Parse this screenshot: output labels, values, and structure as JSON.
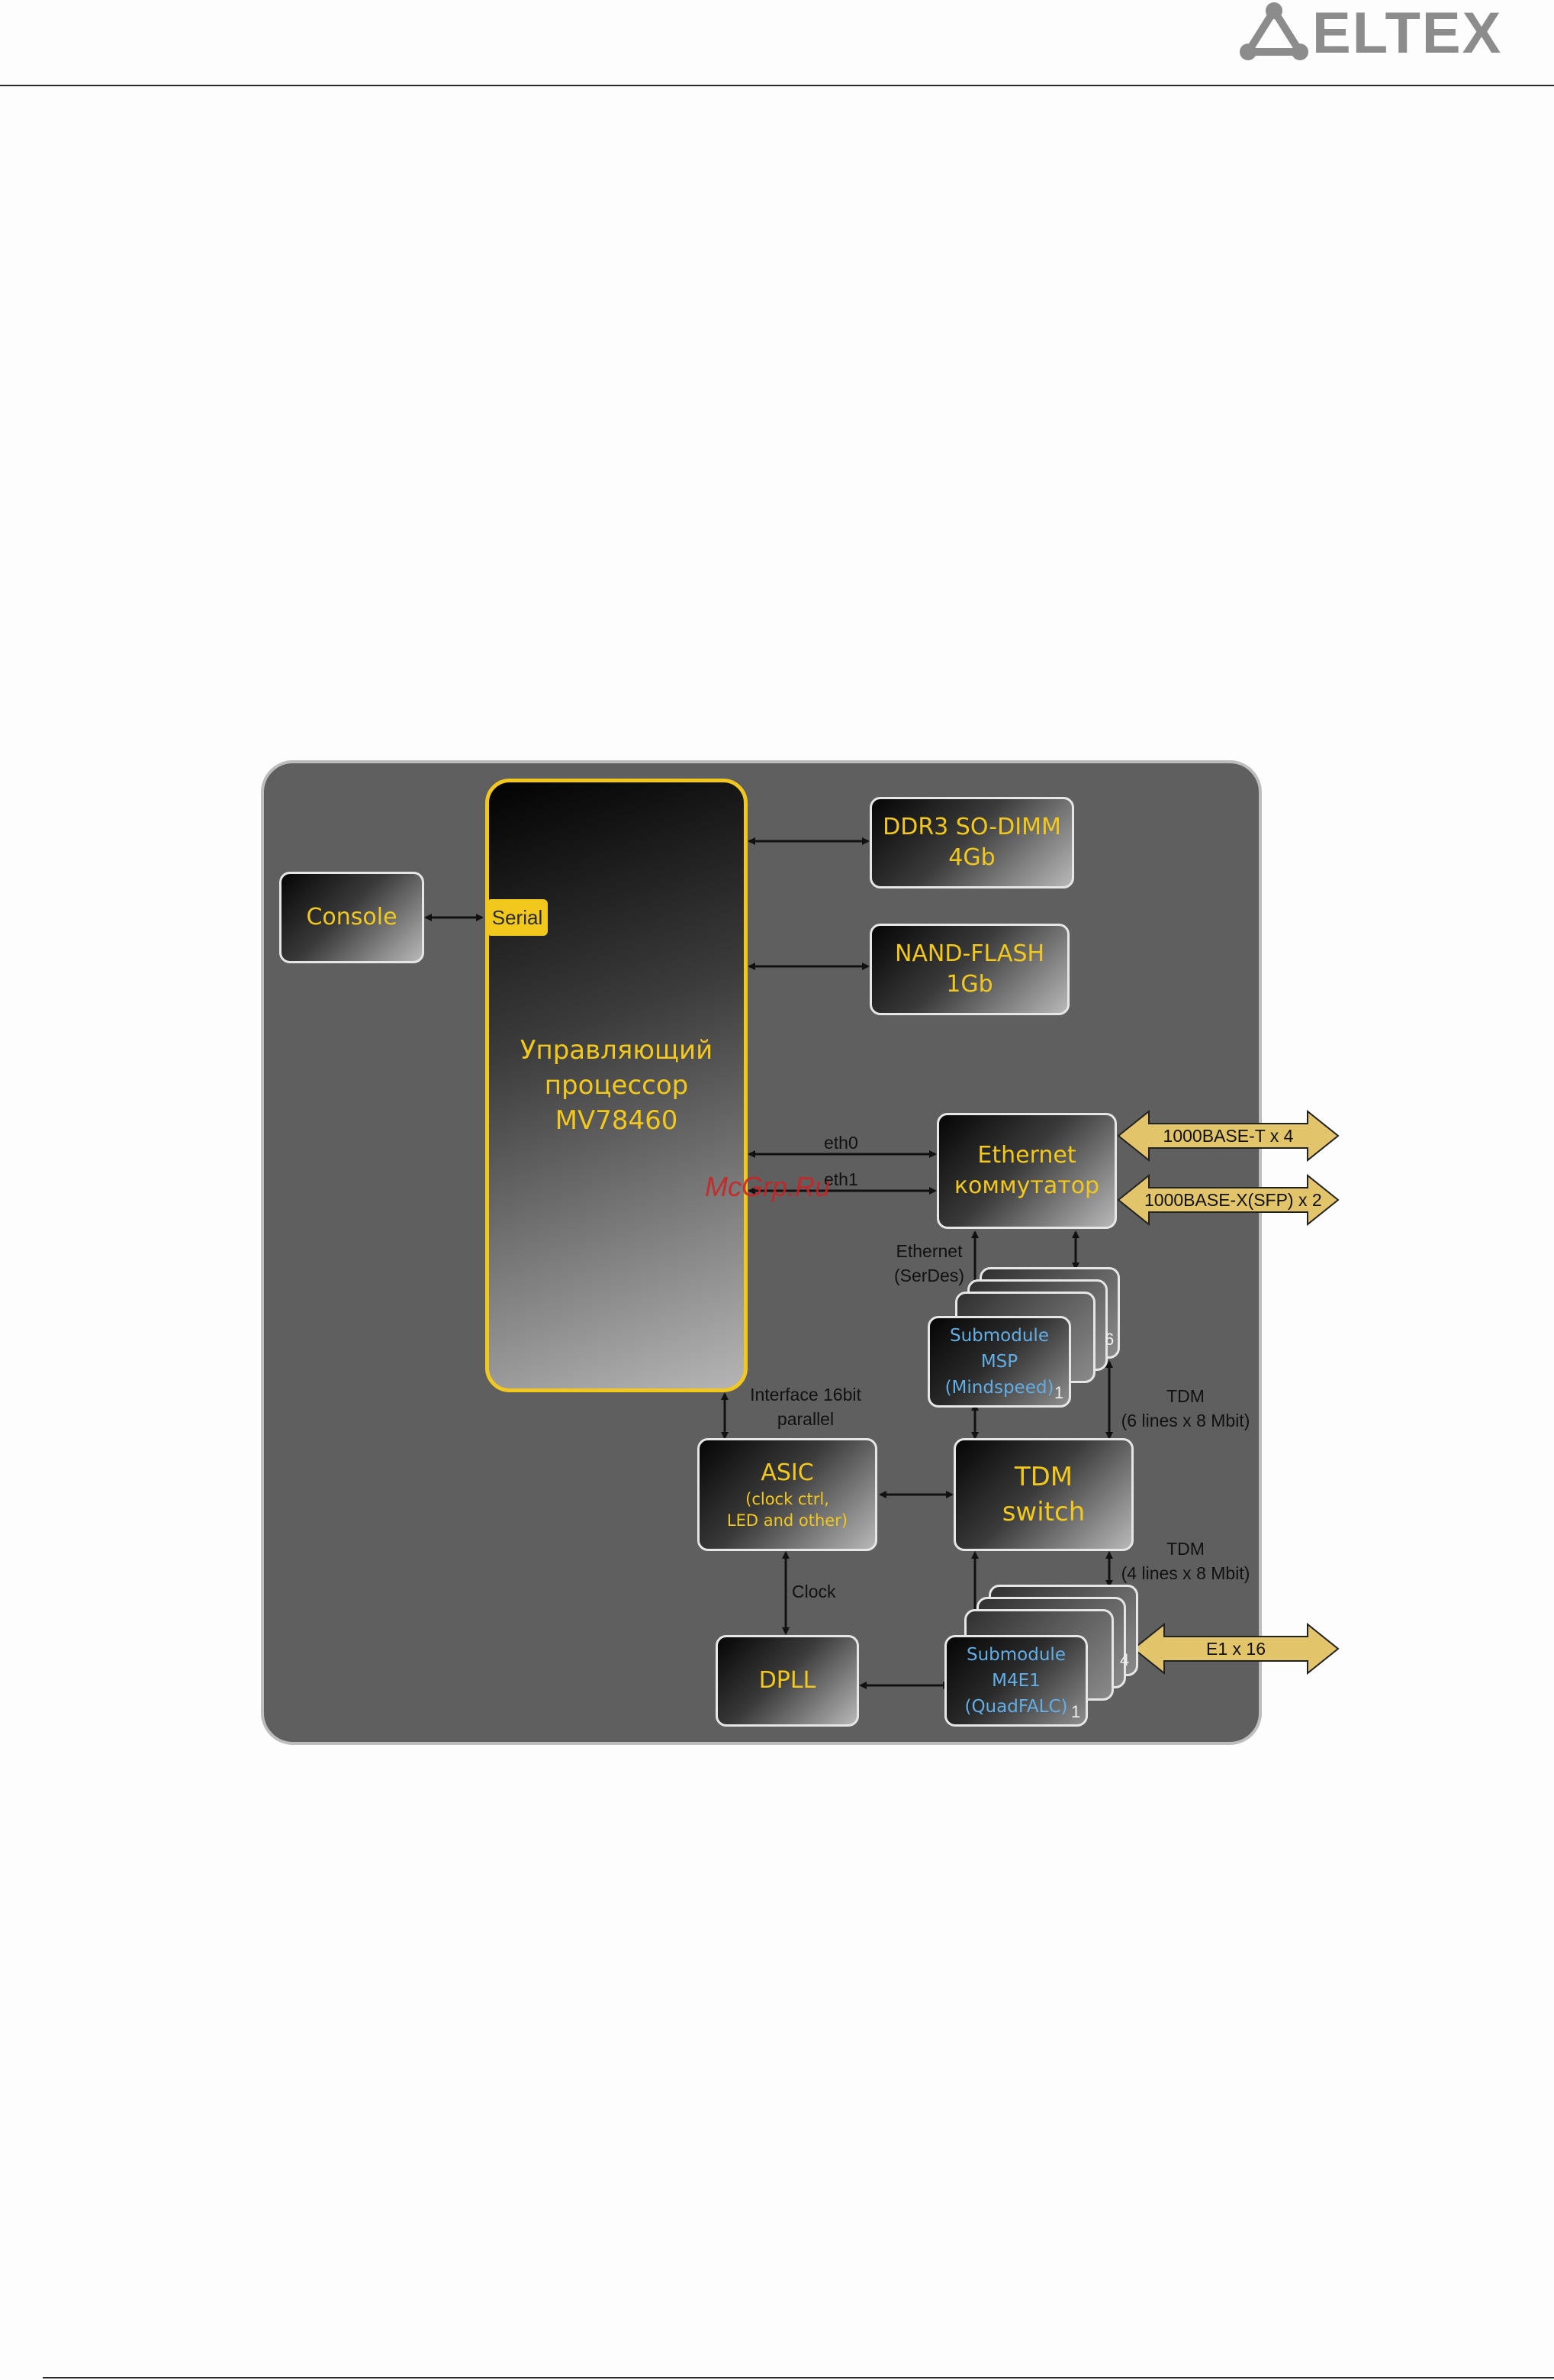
{
  "header": {
    "logo_text": "ELTEX",
    "logo_icon": "eltex-logo-icon"
  },
  "diagram": {
    "cpu": {
      "line1": "Управляющий",
      "line2": "процессор",
      "line3": "MV78460",
      "port": "Serial"
    },
    "console": "Console",
    "ddr": {
      "line1": "DDR3 SO-DIMM",
      "line2": "4Gb"
    },
    "nand": {
      "line1": "NAND-FLASH",
      "line2": "1Gb"
    },
    "ethernet": {
      "line1": "Ethernet",
      "line2": "коммутатор"
    },
    "msp": {
      "line1": "Submodule",
      "line2": "MSP",
      "line3": "(Mindspeed)",
      "first_index": "1",
      "last_index": "6"
    },
    "asic": {
      "title": "ASIC",
      "line2": "(clock ctrl,",
      "line3": "LED and other)"
    },
    "tdm_switch": {
      "line1": "TDM",
      "line2": "switch"
    },
    "dpll": "DPLL",
    "m4e1": {
      "line1": "Submodule",
      "line2": "M4E1",
      "line3": "(QuadFALC)",
      "first_index": "1",
      "last_index": "4"
    },
    "labels": {
      "eth0": "eth0",
      "eth1": "eth1",
      "ethernet_serdes_1": "Ethernet",
      "ethernet_serdes_2": "(SerDes)",
      "interface_1": "Interface 16bit",
      "interface_2": "parallel",
      "tdm_upper_1": "TDM",
      "tdm_upper_2": "(6 lines x 8 Mbit)",
      "tdm_lower_1": "TDM",
      "tdm_lower_2": "(4 lines x 8 Mbit)",
      "clock": "Clock"
    },
    "external_ports": {
      "base_t": "1000BASE-T x 4",
      "base_x": "1000BASE-X(SFP) x 2",
      "e1": "E1 x 16"
    },
    "watermark": "McGrp.Ru"
  },
  "colors": {
    "board": "#5f5f5f",
    "accent_yellow": "#f2c81c",
    "submodule_blue": "#62aee6",
    "arrow_fill": "#e2c46a"
  }
}
